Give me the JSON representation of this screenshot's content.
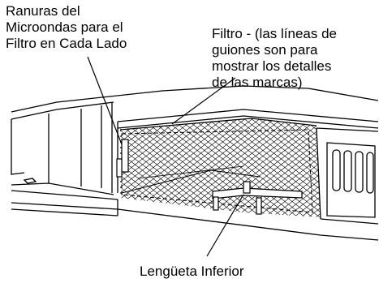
{
  "diagram": {
    "labels": {
      "slots": [
        "Ranuras del",
        "Microondas para el",
        "Filtro en Cada Lado"
      ],
      "filter": [
        "Filtro - (las líneas de",
        "guiones son para",
        "mostrar los detalles",
        "de las marcas)"
      ],
      "bottom_tab": "Lengüeta Inferior"
    },
    "colors": {
      "line": "#000000",
      "background": "#ffffff"
    }
  }
}
